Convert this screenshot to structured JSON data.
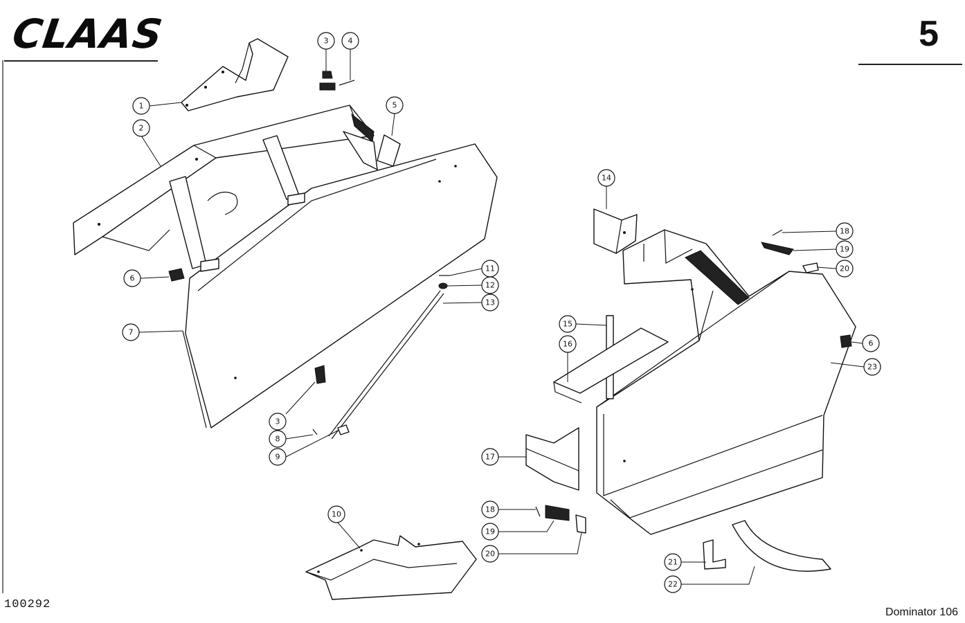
{
  "header": {
    "brand": "CLAAS",
    "page_number": "5"
  },
  "footer": {
    "document_number": "100292",
    "model": "Dominator 106"
  },
  "callouts": [
    {
      "label": "1"
    },
    {
      "label": "2"
    },
    {
      "label": "3"
    },
    {
      "label": "4"
    },
    {
      "label": "5"
    },
    {
      "label": "6"
    },
    {
      "label": "7"
    },
    {
      "label": "11"
    },
    {
      "label": "12"
    },
    {
      "label": "13"
    },
    {
      "label": "3"
    },
    {
      "label": "8"
    },
    {
      "label": "9"
    },
    {
      "label": "10"
    },
    {
      "label": "14"
    },
    {
      "label": "18"
    },
    {
      "label": "19"
    },
    {
      "label": "20"
    },
    {
      "label": "6"
    },
    {
      "label": "23"
    },
    {
      "label": "15"
    },
    {
      "label": "16"
    },
    {
      "label": "17"
    },
    {
      "label": "18"
    },
    {
      "label": "19"
    },
    {
      "label": "20"
    },
    {
      "label": "21"
    },
    {
      "label": "22"
    }
  ]
}
